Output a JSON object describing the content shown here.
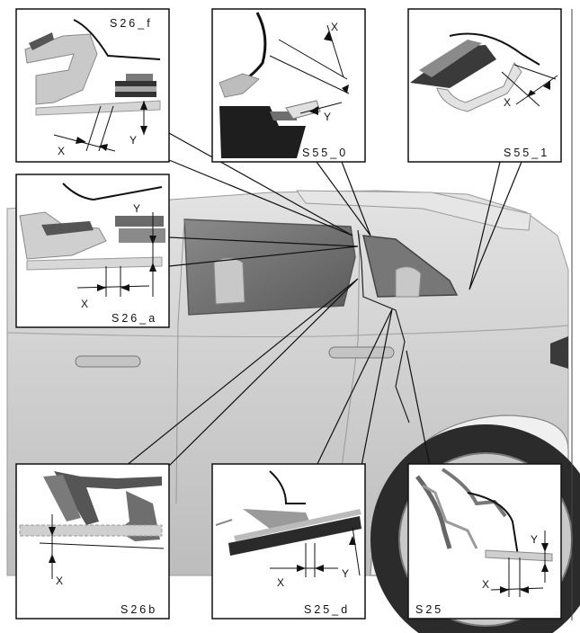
{
  "diagram": {
    "detail_panels": [
      {
        "id": "S26_f",
        "label": "S26_f",
        "dims": [
          "X",
          "Y"
        ]
      },
      {
        "id": "S55_0",
        "label": "S55_0",
        "dims": [
          "X",
          "Y"
        ]
      },
      {
        "id": "S55_1",
        "label": "S55_1",
        "dims": [
          "X"
        ]
      },
      {
        "id": "S26_a",
        "label": "S26_a",
        "dims": [
          "Y",
          "X"
        ]
      },
      {
        "id": "S26b",
        "label": "S26b",
        "dims": [
          "X"
        ]
      },
      {
        "id": "S25_d",
        "label": "S25_d",
        "dims": [
          "X",
          "Y"
        ]
      },
      {
        "id": "S25",
        "label": "S25",
        "dims": [
          "Y",
          "X"
        ]
      }
    ],
    "colors": {
      "frame": "#111111",
      "car_body": "#d2d2d2",
      "glass": "#6e6e6e",
      "seal_dark": "#2a2a2a",
      "seal_mid": "#7a7a7a",
      "seal_light": "#c9c9c9"
    }
  }
}
